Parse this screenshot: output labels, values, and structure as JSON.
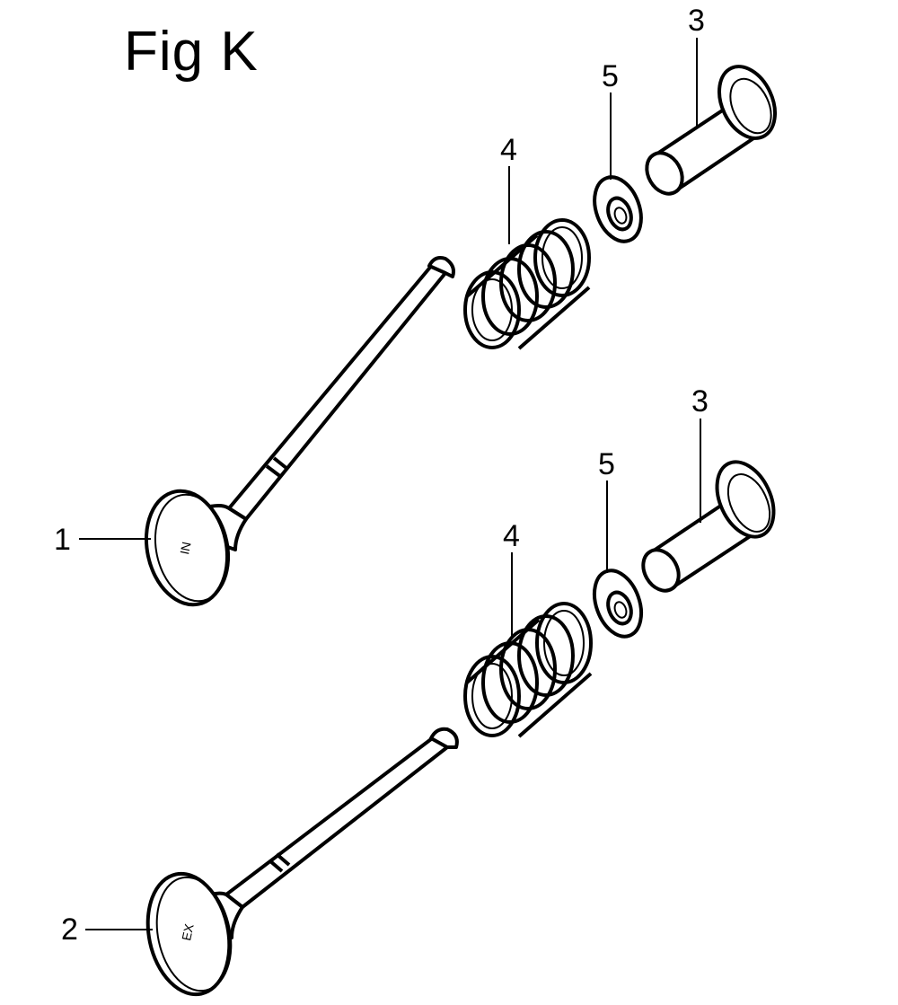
{
  "figure": {
    "title": "Fig K"
  },
  "callouts": {
    "c1": "1",
    "c2": "2",
    "c3_top": "3",
    "c3_bottom": "3",
    "c4_top": "4",
    "c4_bottom": "4",
    "c5_top": "5",
    "c5_bottom": "5"
  },
  "valve_face_marks": {
    "intake": "IN",
    "exhaust": "EX"
  },
  "colors": {
    "line": "#000000",
    "background": "#ffffff"
  }
}
